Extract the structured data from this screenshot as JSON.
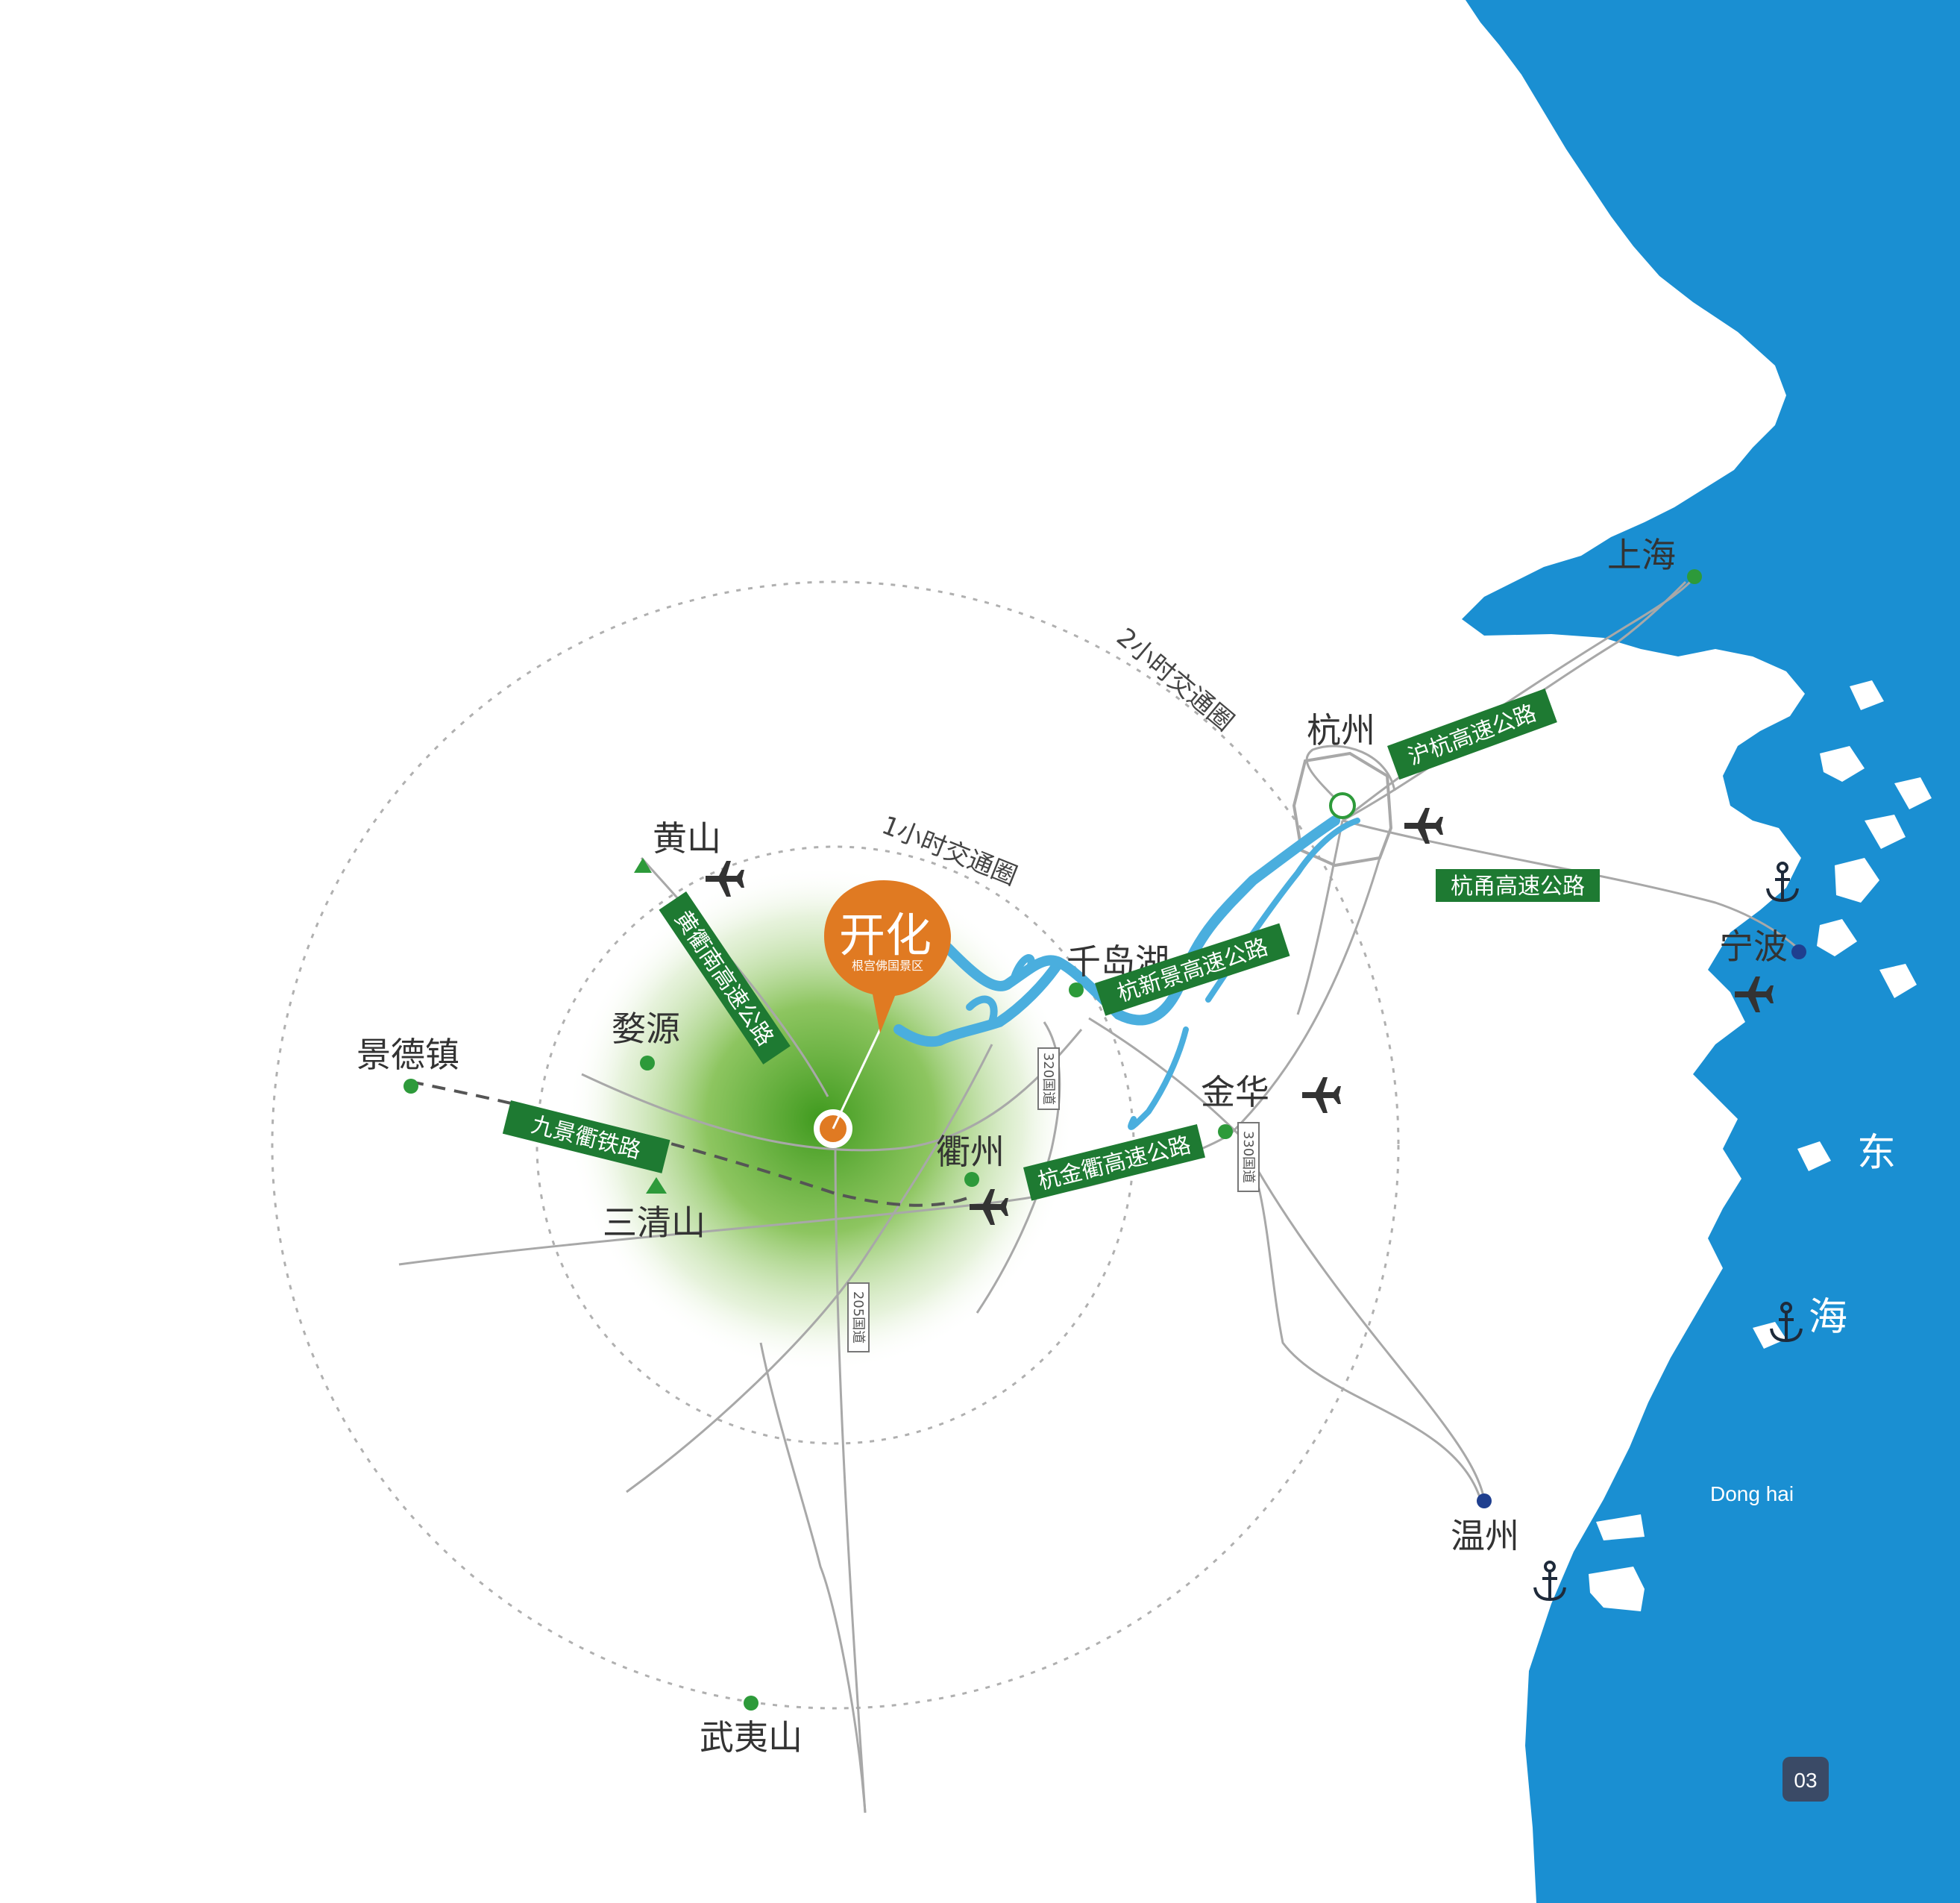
{
  "colors": {
    "sea": "#1a8fd2",
    "accent_green": "#1e7a32",
    "dot_green": "#2d9a3a",
    "marker_orange": "#e07a22",
    "lake_blue": "#4aaede",
    "page_badge": "#3a4a66"
  },
  "rings": {
    "one_hour": "1小时交通圈",
    "two_hour": "2小时交通圈"
  },
  "kaihua": {
    "title": "开化",
    "subtitle": "根宫佛国景区"
  },
  "cities": [
    {
      "key": "shanghai",
      "name": "上海"
    },
    {
      "key": "hangzhou",
      "name": "杭州"
    },
    {
      "key": "ningbo",
      "name": "宁波"
    },
    {
      "key": "qiandaohu",
      "name": "千岛湖"
    },
    {
      "key": "jinhua",
      "name": "金华"
    },
    {
      "key": "quzhou",
      "name": "衢州"
    },
    {
      "key": "huangshan",
      "name": "黄山"
    },
    {
      "key": "wuyuan",
      "name": "婺源"
    },
    {
      "key": "jingdezhen",
      "name": "景德镇"
    },
    {
      "key": "sanqingshan",
      "name": "三清山"
    },
    {
      "key": "wuyishan",
      "name": "武夷山"
    },
    {
      "key": "wenzhou",
      "name": "温州"
    }
  ],
  "roads": {
    "hu_hang": "沪杭高速公路",
    "hang_yong": "杭甬高速公路",
    "hang_xin_jing": "杭新景高速公路",
    "hang_jin_qu": "杭金衢高速公路",
    "huang_qu_nan": "黄衢南高速公路",
    "jiu_jing_qu": "九景衢铁路"
  },
  "highways": {
    "g320": "320国道",
    "g330": "330国道",
    "g205": "205国道"
  },
  "sea": {
    "char1": "东",
    "char2": "海",
    "english": "Dong hai"
  },
  "page_number": "03",
  "icons": [
    "airplane-icon",
    "anchor-icon",
    "mountain-triangle-icon"
  ]
}
